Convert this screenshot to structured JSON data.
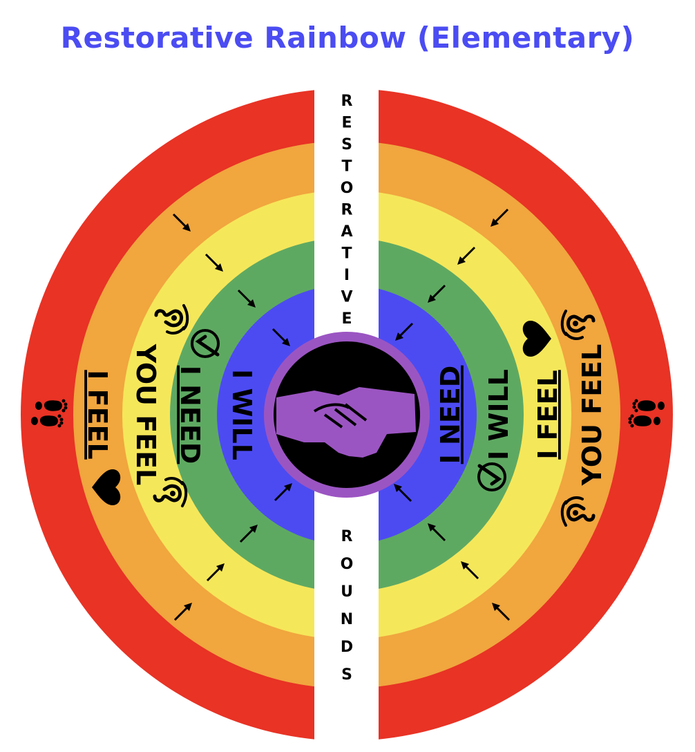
{
  "title": "Restorative Rainbow (Elementary)",
  "vertical_top": [
    "R",
    "E",
    "S",
    "T",
    "O",
    "R",
    "A",
    "T",
    "I",
    "V",
    "E"
  ],
  "vertical_bottom": [
    "R",
    "O",
    "U",
    "N",
    "D",
    "S"
  ],
  "labels": {
    "i_feel": "I FEEL",
    "you_feel": "YOU FEEL",
    "i_need": "I NEED",
    "i_will": "I WILL"
  },
  "colors": {
    "title": "#4b4cf2",
    "red": "#e83325",
    "orange": "#f1a63e",
    "yellow": "#f5e75a",
    "green": "#5ea962",
    "blue": "#4c4bf2",
    "purple": "#9b55c2"
  },
  "icons": [
    "footprints-icon",
    "heart-icon",
    "ear-icon",
    "check-circle-icon",
    "arrow-icon",
    "handshake-icon"
  ]
}
